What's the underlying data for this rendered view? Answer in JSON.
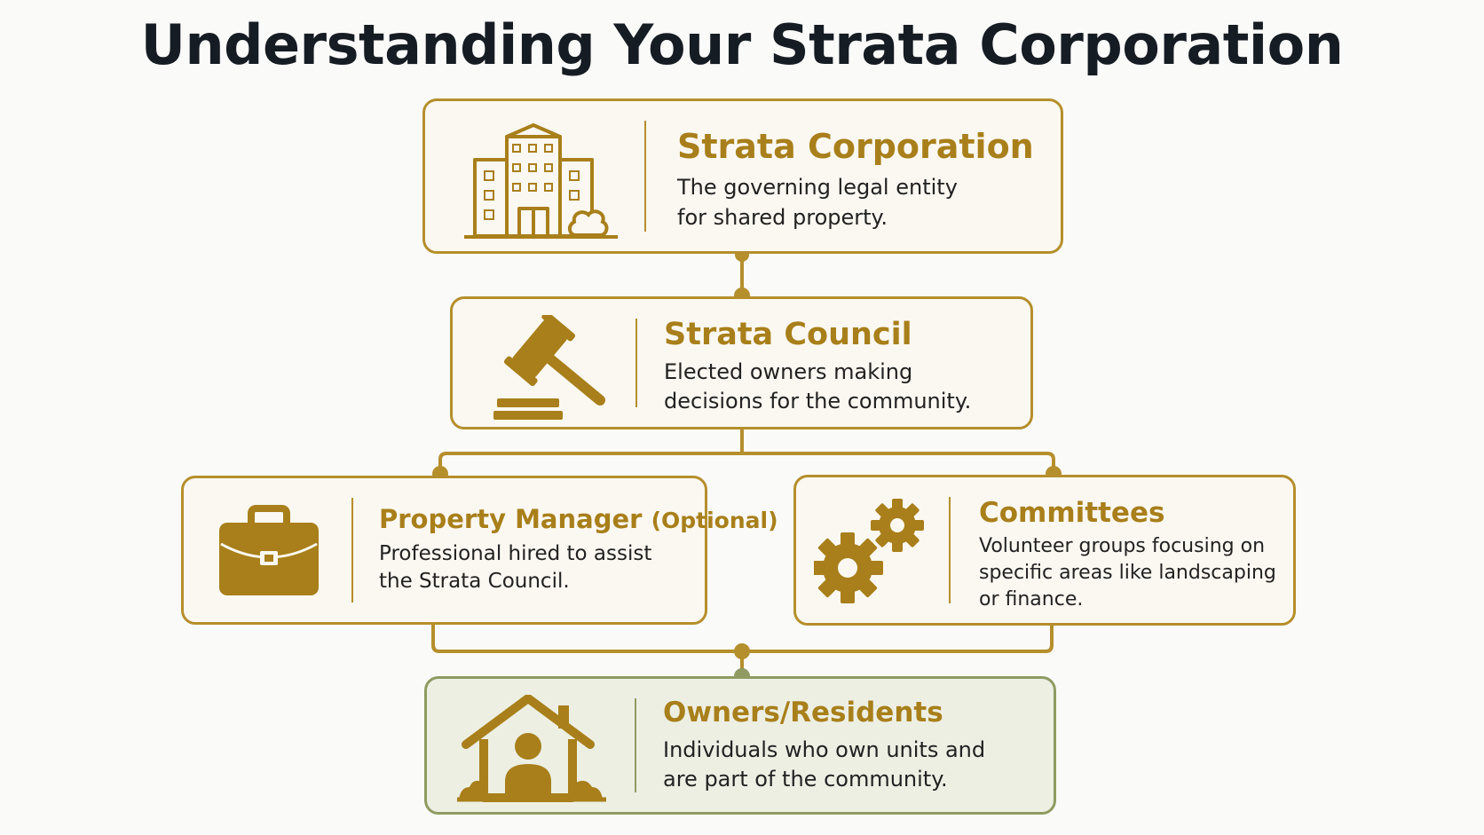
{
  "title": "Understanding Your Strata Corporation",
  "colors": {
    "accent": "#b58f2c",
    "heading": "#a87f1a",
    "icon": "#a87f1a",
    "green_border": "#8f9b62",
    "green_fill": "#edefe3",
    "card_fill": "#fbf8f1"
  },
  "nodes": {
    "corporation": {
      "heading": "Strata Corporation",
      "description": "The governing legal entity\nfor shared property.",
      "icon": "apartment-building-icon"
    },
    "council": {
      "heading": "Strata Council",
      "description": "Elected owners making\ndecisions for the community.",
      "icon": "gavel-icon"
    },
    "manager": {
      "heading": "Property Manager",
      "heading_suffix": "(Optional)",
      "description": "Professional hired to assist\nthe Strata Council.",
      "icon": "briefcase-icon"
    },
    "committees": {
      "heading": "Committees",
      "description": "Volunteer groups focusing on\nspecific areas like landscaping\nor finance.",
      "icon": "gears-icon"
    },
    "owners": {
      "heading": "Owners/Residents",
      "description": "Individuals who own units and\nare part of the community.",
      "icon": "house-person-icon"
    }
  }
}
